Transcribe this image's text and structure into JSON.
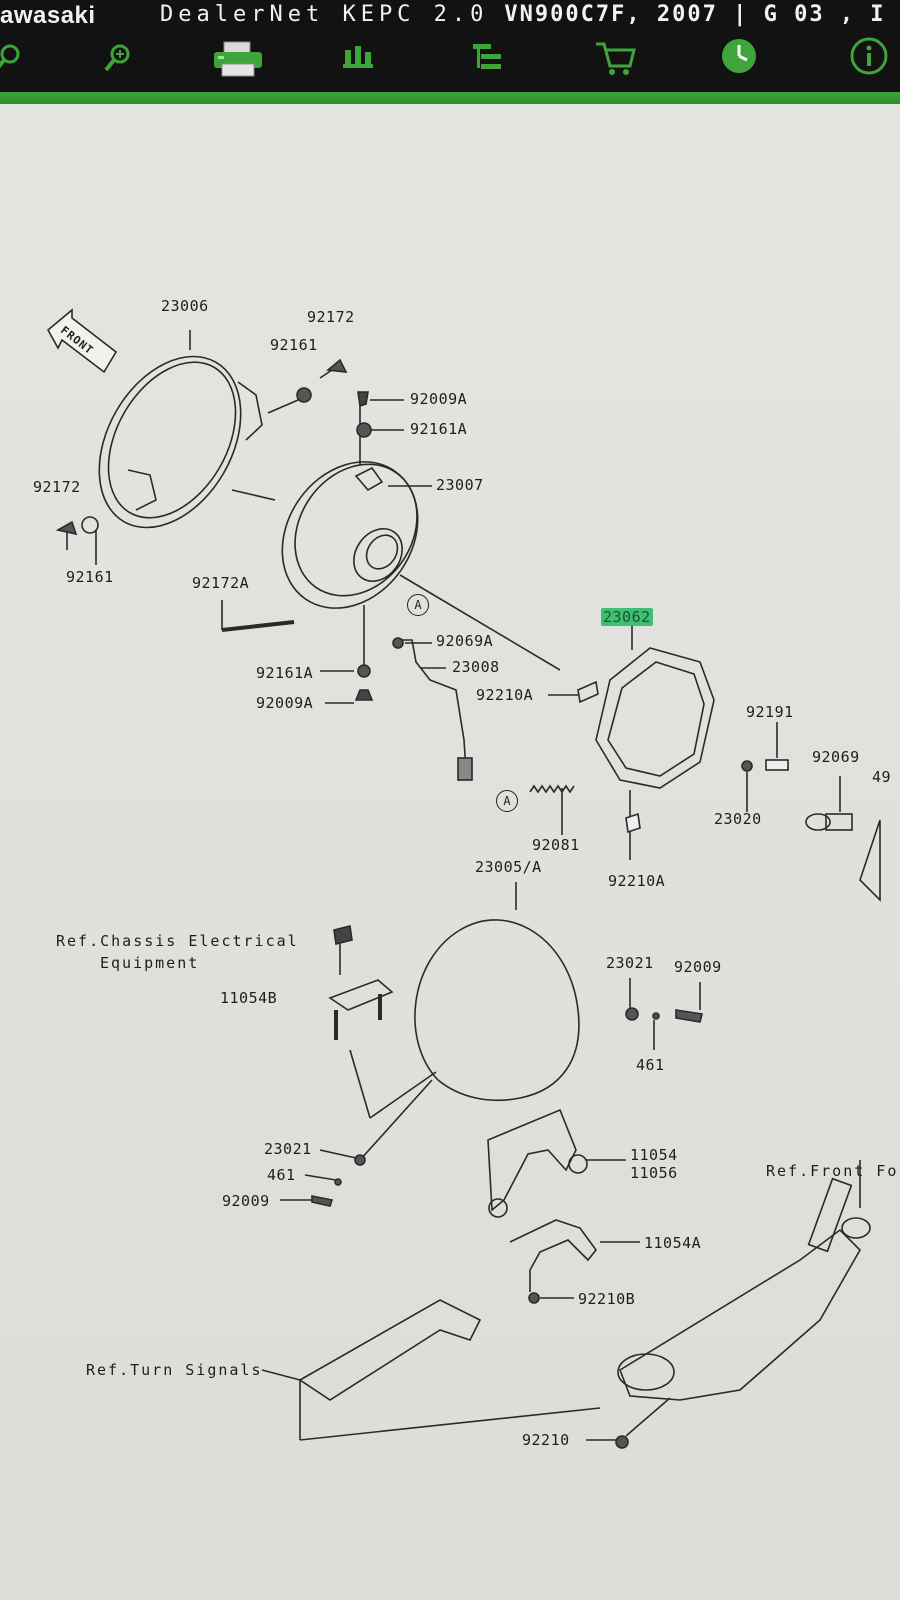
{
  "header": {
    "brand": "awasaki",
    "app_title": "DealerNet KEPC 2.0",
    "model_text": "VN900C7F, 2007 | G 03 , I",
    "toolbar": [
      {
        "icon": "zoom-out-icon"
      },
      {
        "icon": "zoom-in-icon"
      },
      {
        "icon": "printer-icon"
      },
      {
        "icon": "parts-list-icon"
      },
      {
        "icon": "tree-view-icon"
      },
      {
        "icon": "cart-icon"
      },
      {
        "icon": "history-clock-icon"
      },
      {
        "icon": "info-icon"
      }
    ],
    "colors": {
      "bar": "#121212",
      "accent": "#3ea53a",
      "highlight": "#3fbf74"
    }
  },
  "diagram": {
    "front_tag": "FRONT",
    "callout_letter": "A",
    "part_labels": [
      {
        "id": "23006",
        "text": "23006"
      },
      {
        "id": "92172-top",
        "text": "92172"
      },
      {
        "id": "92161-top",
        "text": "92161"
      },
      {
        "id": "92009A-top",
        "text": "92009A"
      },
      {
        "id": "92161A-top",
        "text": "92161A"
      },
      {
        "id": "23007",
        "text": "23007"
      },
      {
        "id": "92172-left",
        "text": "92172"
      },
      {
        "id": "92161-left",
        "text": "92161"
      },
      {
        "id": "92172A",
        "text": "92172A"
      },
      {
        "id": "23062",
        "text": "23062",
        "highlighted": true
      },
      {
        "id": "92069A",
        "text": "92069A"
      },
      {
        "id": "23008",
        "text": "23008"
      },
      {
        "id": "92161A-bot",
        "text": "92161A"
      },
      {
        "id": "92009A-bot",
        "text": "92009A"
      },
      {
        "id": "92210A-left",
        "text": "92210A"
      },
      {
        "id": "92191",
        "text": "92191"
      },
      {
        "id": "92069",
        "text": "92069"
      },
      {
        "id": "49",
        "text": "49"
      },
      {
        "id": "23020",
        "text": "23020"
      },
      {
        "id": "92081",
        "text": "92081"
      },
      {
        "id": "92210A-bot",
        "text": "92210A"
      },
      {
        "id": "23005A",
        "text": "23005/A"
      },
      {
        "id": "11054B",
        "text": "11054B"
      },
      {
        "id": "23021-right",
        "text": "23021"
      },
      {
        "id": "92009-right",
        "text": "92009"
      },
      {
        "id": "461-right",
        "text": "461"
      },
      {
        "id": "23021-left",
        "text": "23021"
      },
      {
        "id": "461-left",
        "text": "461"
      },
      {
        "id": "92009-left",
        "text": "92009"
      },
      {
        "id": "11054",
        "text": "11054"
      },
      {
        "id": "11056",
        "text": "11056"
      },
      {
        "id": "11054A",
        "text": "11054A"
      },
      {
        "id": "92210B",
        "text": "92210B"
      },
      {
        "id": "92210",
        "text": "92210"
      }
    ],
    "references": [
      {
        "id": "chassis-1",
        "text": "Ref.Chassis Electrical"
      },
      {
        "id": "chassis-2",
        "text": "Equipment"
      },
      {
        "id": "front-fork",
        "text": "Ref.Front Fo"
      },
      {
        "id": "turn-signals",
        "text": "Ref.Turn Signals"
      }
    ]
  }
}
